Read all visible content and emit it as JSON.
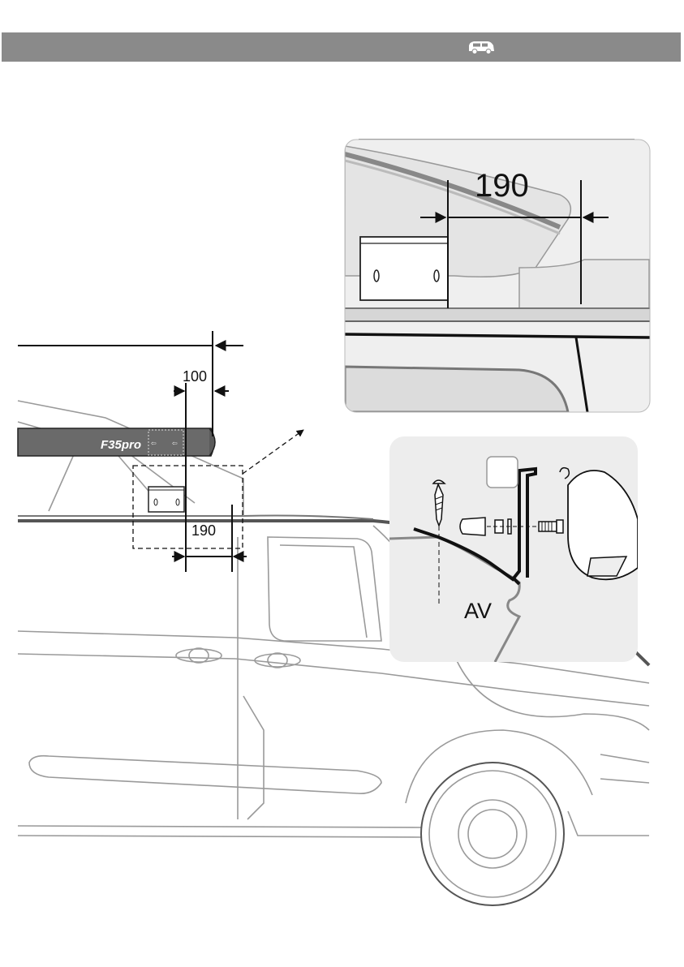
{
  "header": {
    "icon": "van-icon",
    "color": "#8a8a8a"
  },
  "product": {
    "model_label": "F35pro"
  },
  "dimensions": {
    "main_offset": "100",
    "bracket_distance": "190",
    "detail_distance": "190"
  },
  "fixing_detail": {
    "orientation_label": "AV"
  }
}
